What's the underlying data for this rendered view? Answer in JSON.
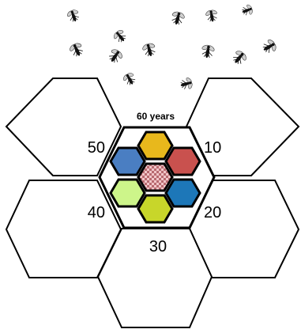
{
  "labels": {
    "title": "60 years",
    "n10": "10",
    "n20": "20",
    "n30": "30",
    "n40": "40",
    "n50": "50"
  },
  "cells": [
    {
      "name": "top",
      "color": "#e8b81c"
    },
    {
      "name": "upper-right",
      "color": "#c9514e"
    },
    {
      "name": "lower-right",
      "color": "#1d77b8"
    },
    {
      "name": "bottom",
      "color": "#c8d62a"
    },
    {
      "name": "lower-left",
      "color": "#cdf58a"
    },
    {
      "name": "upper-left",
      "color": "#4a7ec2"
    }
  ],
  "center_cell": {
    "pattern": "pink-checker",
    "colors": [
      "#f1c5c8",
      "#b86a70"
    ]
  },
  "icons": [
    "bee-icon"
  ]
}
